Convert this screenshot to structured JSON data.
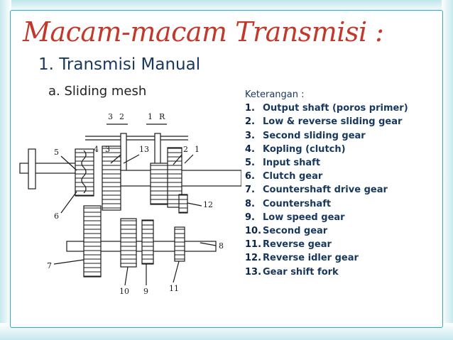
{
  "slide": {
    "title": "Macam-macam Transmisi :",
    "subtitle": "1. Transmisi Manual",
    "section": "a. Sliding mesh"
  },
  "diagram": {
    "top_labels": [
      "3",
      "2",
      "1",
      "R"
    ],
    "callouts": [
      "1",
      "2",
      "3",
      "4",
      "5",
      "6",
      "7",
      "8",
      "9",
      "10",
      "11",
      "12",
      "13"
    ]
  },
  "legend": {
    "heading": "Keterangan :",
    "items": [
      {
        "num": "1.",
        "text": "Output shaft (poros primer)"
      },
      {
        "num": "2.",
        "text": "Low & reverse sliding gear"
      },
      {
        "num": "3.",
        "text": "Second sliding gear"
      },
      {
        "num": "4.",
        "text": "Kopling (clutch)"
      },
      {
        "num": "5.",
        "text": "Input shaft"
      },
      {
        "num": "6.",
        "text": "Clutch gear"
      },
      {
        "num": "7.",
        "text": "Countershaft drive gear"
      },
      {
        "num": "8.",
        "text": "Countershaft"
      },
      {
        "num": "9.",
        "text": "Low speed gear"
      },
      {
        "num": "10.",
        "text": "Second gear"
      },
      {
        "num": "11.",
        "text": "Reverse gear"
      },
      {
        "num": "12.",
        "text": "Reverse idler gear"
      },
      {
        "num": "13.",
        "text": "Gear shift fork"
      }
    ]
  },
  "colors": {
    "title": "#c0392b",
    "subtitle": "#17375e",
    "frame": "#3aa8bb"
  }
}
